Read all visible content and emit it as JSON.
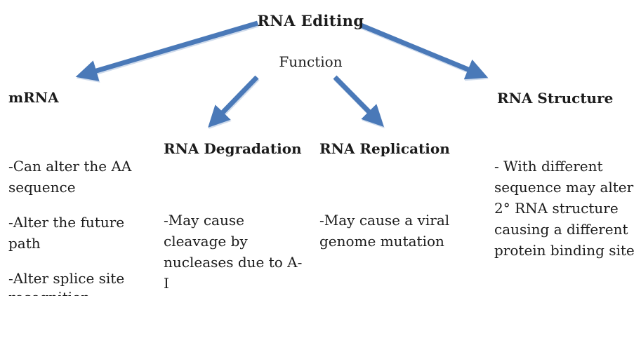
{
  "diagram": {
    "title": "RNA Editing",
    "subtitle": "Function",
    "arrow_color": "#4a79b8",
    "text_color": "#1c1c1c",
    "background_color": "#ffffff",
    "branches": [
      {
        "id": "mrna",
        "heading": "mRNA",
        "paragraphs": [
          "-Can alter the AA\nsequence",
          "-Alter the future\npath",
          "-Alter splice site"
        ],
        "clipped_line": "recognition"
      },
      {
        "id": "rna-degradation",
        "heading": "RNA Degradation",
        "paragraphs": [
          "-May cause\ncleavage by\nnucleases due to A-\nI"
        ]
      },
      {
        "id": "rna-replication",
        "heading": "RNA Replication",
        "paragraphs": [
          "-May cause a viral\ngenome mutation"
        ]
      },
      {
        "id": "rna-structure",
        "heading": "RNA Structure",
        "paragraphs": [
          "- With different\nsequence may alter\n2° RNA structure\ncausing a different\nprotein binding site"
        ]
      }
    ]
  }
}
